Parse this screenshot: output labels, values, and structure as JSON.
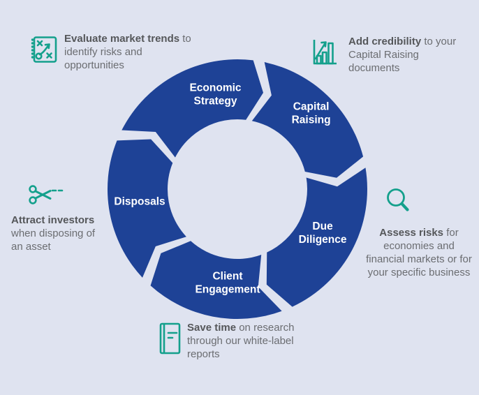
{
  "diagram": {
    "type": "cycle",
    "segments": [
      {
        "label_lines": [
          "Economic",
          "Strategy"
        ]
      },
      {
        "label_lines": [
          "Capital",
          "Raising"
        ]
      },
      {
        "label_lines": [
          "Due",
          "Diligence"
        ]
      },
      {
        "label_lines": [
          "Client",
          "Engagement"
        ]
      },
      {
        "label_lines": [
          "Disposals"
        ]
      }
    ],
    "colors": {
      "ring_blue": "#1E4296",
      "background": "#DFE3F0",
      "segment_label_text": "#FFFFFF",
      "icon_teal": "#14A08C",
      "text_bold": "#55575A",
      "text_regular": "#6B6D71"
    }
  },
  "annotations": {
    "evaluate": {
      "icon": "strategy-icon",
      "bold": "Evaluate market trends",
      "rest": " to identify risks and opportunities"
    },
    "credibility": {
      "icon": "bar-chart-icon",
      "bold": "Add credibility",
      "rest": " to your Capital Raising documents"
    },
    "assess": {
      "icon": "magnifier-icon",
      "bold": "Assess risks",
      "rest": " for economies and financial markets or for your specific business"
    },
    "save": {
      "icon": "book-icon",
      "bold": "Save time",
      "rest": " on research through our white-label reports"
    },
    "attract": {
      "icon": "scissors-icon",
      "bold": "Attract investors",
      "rest": " when disposing of an asset"
    }
  }
}
